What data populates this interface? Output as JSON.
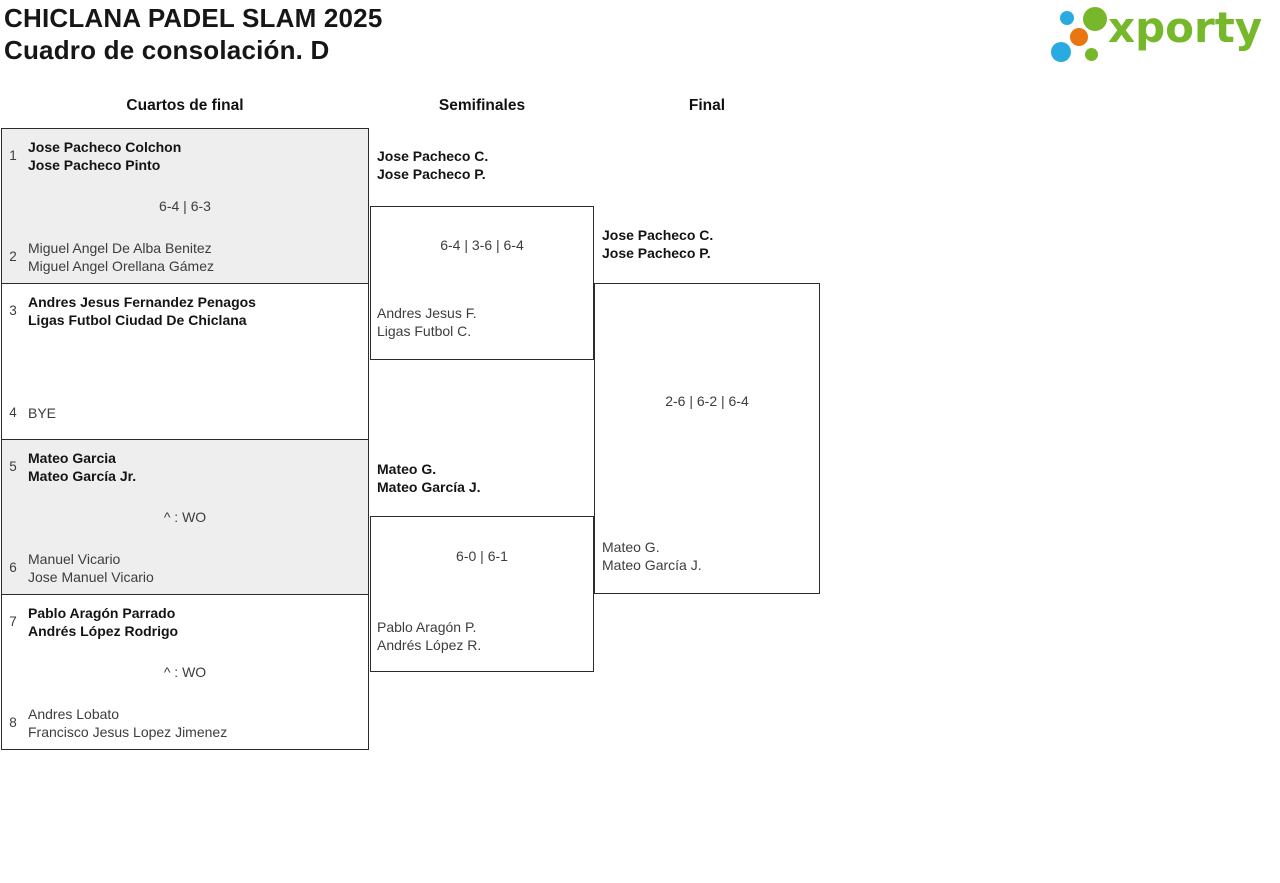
{
  "header": {
    "title": "CHICLANA PADEL SLAM 2025",
    "subtitle": "Cuadro de consolación. D"
  },
  "logo": {
    "wordmark": "xporty",
    "brand_colors": {
      "green": "#76b82a",
      "blue": "#29abe2",
      "orange": "#e87611"
    }
  },
  "rounds": {
    "quarterfinals_label": "Cuartos de final",
    "semifinals_label": "Semifinales",
    "final_label": "Final"
  },
  "quarterfinals": [
    {
      "top": {
        "seed": "1",
        "lines": [
          "Jose Pacheco Colchon",
          "Jose Pacheco Pinto"
        ]
      },
      "score": "6-4 | 6-3",
      "bottom": {
        "seed": "2",
        "lines": [
          "Miguel Angel De Alba Benitez",
          "Miguel Angel Orellana Gámez"
        ]
      }
    },
    {
      "top": {
        "seed": "3",
        "lines": [
          "Andres Jesus Fernandez Penagos",
          "Ligas Futbol Ciudad De Chiclana"
        ]
      },
      "score": "",
      "bottom": {
        "seed": "4",
        "lines": [
          "BYE"
        ]
      }
    },
    {
      "top": {
        "seed": "5",
        "lines": [
          "Mateo Garcia",
          "Mateo García Jr."
        ]
      },
      "score": "^ : WO",
      "bottom": {
        "seed": "6",
        "lines": [
          "Manuel Vicario",
          "Jose Manuel Vicario"
        ]
      }
    },
    {
      "top": {
        "seed": "7",
        "lines": [
          "Pablo Aragón Parrado",
          "Andrés López Rodrigo"
        ]
      },
      "score": "^ : WO",
      "bottom": {
        "seed": "8",
        "lines": [
          "Andres Lobato",
          "Francisco Jesus Lopez Jimenez"
        ]
      }
    }
  ],
  "semifinals": [
    {
      "top": {
        "lines": [
          "Jose Pacheco C.",
          "Jose Pacheco P."
        ]
      },
      "score": "6-4 | 3-6 | 6-4",
      "bottom": {
        "lines": [
          "Andres Jesus F.",
          "Ligas Futbol C."
        ]
      }
    },
    {
      "top": {
        "lines": [
          "Mateo G.",
          "Mateo García J."
        ]
      },
      "score": "6-0 | 6-1",
      "bottom": {
        "lines": [
          "Pablo Aragón P.",
          "Andrés López R."
        ]
      }
    }
  ],
  "final": {
    "top": {
      "lines": [
        "Jose Pacheco C.",
        "Jose Pacheco P."
      ]
    },
    "score": "2-6 | 6-2 | 6-4",
    "bottom": {
      "lines": [
        "Mateo G.",
        "Mateo García J."
      ]
    }
  }
}
